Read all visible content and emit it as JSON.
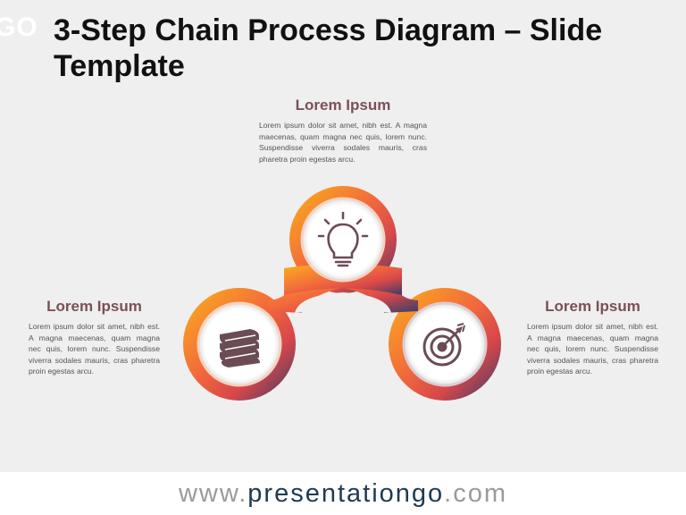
{
  "logo": {
    "text": "GO"
  },
  "slide": {
    "title": "3-Step Chain Process Diagram – Slide Template"
  },
  "steps": [
    {
      "title": "Lorem Ipsum",
      "body": "Lorem ipsum dolor sit amet, nibh est. A magna maecenas, quam magna nec quis, lorem nunc. Suspendisse viverra sodales mauris, cras pharetra proin egestas arcu.",
      "icon": "lightbulb-icon"
    },
    {
      "title": "Lorem Ipsum",
      "body": "Lorem ipsum dolor sit amet, nibh est. A magna maecenas, quam magna nec quis, lorem nunc. Suspendisse viverra sodales mauris, cras pharetra proin egestas arcu.",
      "icon": "books-icon"
    },
    {
      "title": "Lorem Ipsum",
      "body": "Lorem ipsum dolor sit amet, nibh est. A magna maecenas, quam magna nec quis, lorem nunc. Suspendisse viverra sodales mauris, cras pharetra proin egestas arcu.",
      "icon": "target-icon"
    }
  ],
  "footer": {
    "prefix": "www.",
    "brand": "presentationgo",
    "suffix": ".com"
  },
  "colors": {
    "orange": "#f7a21c",
    "coral": "#ee5c45",
    "navy": "#3f4066",
    "icon": "#6b4c55",
    "heading": "#7a5058"
  }
}
